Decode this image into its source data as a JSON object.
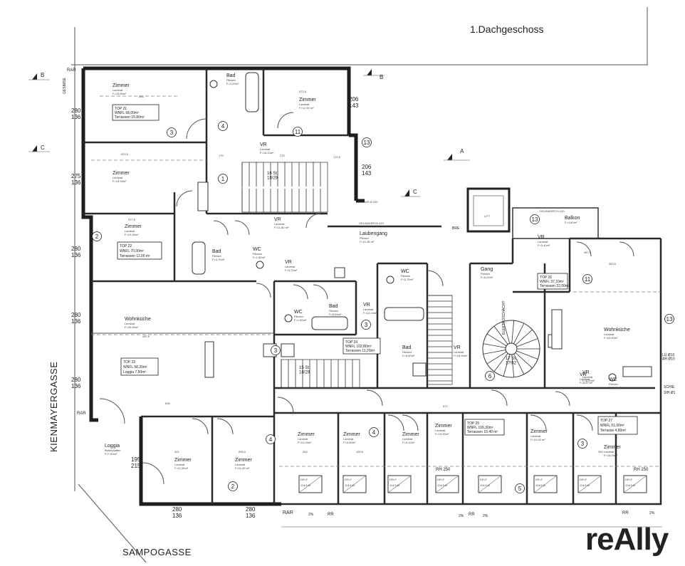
{
  "floor_title": "1.Dachgeschoss",
  "streets": {
    "west": "KIENMAYERGASSE",
    "south": "SAMPOGASSE"
  },
  "logo": {
    "text": "reAlly"
  },
  "sections": {
    "a": "A",
    "b": "B",
    "c": "C"
  },
  "apartments": [
    {
      "label": "TOP 21",
      "wnfl": "WNFL 68,00m²",
      "terrace": "Terrassen 15,80m²"
    },
    {
      "label": "TOP 22",
      "wnfl": "WNFL 70,00m²",
      "terrace": "Terrassen 11,00 m²"
    },
    {
      "label": "TOP 23",
      "wnfl": "WNFL 58,20m²",
      "terrace": "Loggia 7,50m²"
    },
    {
      "label": "TOP 24",
      "wnfl": "WNFL 102,80m²",
      "terrace": "Terrassen 11,20m²"
    },
    {
      "label": "TOP 25",
      "wnfl": "WNFL 109,30m²",
      "terrace": "Terrassen 16,40 m²"
    },
    {
      "label": "TOP 26",
      "wnfl": "WNFL 37,10m²",
      "terrace": "Terrassen 22,00m²"
    },
    {
      "label": "TOP 27",
      "wnfl": "WNFL 51,00m²",
      "terrace": "Terrasse 4,80m²"
    }
  ],
  "rooms": [
    {
      "name": "Zimmer",
      "floor": "Laminat",
      "area": "F=15,80m²"
    },
    {
      "name": "Bad",
      "floor": "Fliesen",
      "area": "F=4,20m²"
    },
    {
      "name": "Zimmer",
      "floor": "Laminat",
      "area": "F=12,90 m²"
    },
    {
      "name": "VR",
      "floor": "Laminat",
      "area": "F=16,20m²"
    },
    {
      "name": "Zimmer",
      "floor": "Laminat",
      "area": "F=15,00m²"
    },
    {
      "name": "Zimmer",
      "floor": "Laminat",
      "area": "F=12,50m²"
    },
    {
      "name": "Bad",
      "floor": "Fliesen",
      "area": "F=4,70m²"
    },
    {
      "name": "WC",
      "floor": "Fliesen",
      "area": "F=1,80m²"
    },
    {
      "name": "VR",
      "floor": "Laminat",
      "area": "F=11,80 m²"
    },
    {
      "name": "VR",
      "floor": "Laminat",
      "area": "F=5,70m²"
    },
    {
      "name": "Laubengang",
      "floor": "Fliesen",
      "area": "F=11,48 m²"
    },
    {
      "name": "Wohnküche",
      "floor": "Laminat",
      "area": "F=30,50m²"
    },
    {
      "name": "WC",
      "floor": "Fliesen",
      "area": "F=1,60m²"
    },
    {
      "name": "Bad",
      "floor": "Fliesen",
      "area": "F=5,50m²"
    },
    {
      "name": "VR",
      "floor": "Laminat",
      "area": "F=13,10m²"
    },
    {
      "name": "WC",
      "floor": "Fliesen",
      "area": "F=2,70m²"
    },
    {
      "name": "Gang",
      "floor": "Fliesen",
      "area": "F=8,20m²"
    },
    {
      "name": "Bad",
      "floor": "Fliesen",
      "area": "F=5,50m²"
    },
    {
      "name": "VR",
      "floor": "Laminat",
      "area": "F=16,90m²"
    },
    {
      "name": "VR",
      "floor": "Laminat",
      "area": "F=3,40m²"
    },
    {
      "name": "Balkon",
      "floor": "",
      "area": "F=4,80m²"
    },
    {
      "name": "VR",
      "floor": "Laminat",
      "area": "F=8,20m²"
    },
    {
      "name": "Wohnküche",
      "floor": "Laminat",
      "area": "F=23,50m²"
    },
    {
      "name": "VR",
      "floor": "Laminat",
      "area": "F=8,20 m²"
    },
    {
      "name": "WC",
      "floor": "Fliesen",
      "area": "F=1,60m²"
    },
    {
      "name": "Zimmer",
      "floor": "Laminat",
      "area": "F=11,30m²"
    },
    {
      "name": "Zimmer",
      "floor": "Laminat",
      "area": "F=11,30 m²"
    },
    {
      "name": "Loggia",
      "floor": "Betonplatten",
      "area": "F=7,50m²"
    },
    {
      "name": "Zimmer",
      "floor": "Laminat",
      "area": "F=10,00m²"
    },
    {
      "name": "Zimmer",
      "floor": "Laminat",
      "area": "F=9,90m²"
    },
    {
      "name": "Zimmer",
      "floor": "Laminat",
      "area": "F=9,10m²"
    },
    {
      "name": "Zimmer",
      "floor": "Laminat",
      "area": "F=13,50m²"
    },
    {
      "name": "Zimmer",
      "floor": "Laminat",
      "area": "F=13,00 m²"
    },
    {
      "name": "Zimmer",
      "floor": "Laminat",
      "area": "F=16,00m²"
    }
  ],
  "stair_labels": {
    "upper": "16 St\n18/29",
    "lower": "15 St\n18/29",
    "spiral": "17 St\n17/82"
  },
  "annotations": {
    "gelaender_110": "GELÄNDER H=110",
    "gelaender_110b": "GELÄNDER H=110",
    "rar_100": "RAR Ø 100",
    "rar": "RAR",
    "rh_250": "RH 250",
    "lift": "LIFT",
    "elektroschacht": "ELEKTROSCHACHT",
    "dflf": "DFLF",
    "dflf_size": "114/140",
    "gesimse": "GESIMSE",
    "pct_2": "2%",
    "lu_ar": "LÜ Ø10\nAR Ø10",
    "rr": "RR",
    "bre": "BRE",
    "schie": "SCHIE",
    "sih": "SIH Ø1"
  },
  "dimensions": {
    "left": [
      "280\n136",
      "275\n136",
      "280\n136",
      "280\n136",
      "280\n136",
      "195\n215"
    ],
    "top_right": [
      "206\n143",
      "206\n143"
    ],
    "bottom": [
      "280\n136",
      "280\n136"
    ],
    "wall_runs": [
      "505",
      "373,5",
      "523,5",
      "377,5",
      "497,5",
      "836",
      "301",
      "295,5",
      "264",
      "190,5",
      "572",
      "390",
      "487,5",
      "383,5",
      "170",
      "275",
      "170,5"
    ]
  },
  "room_numbers": [
    "1",
    "2",
    "3",
    "4",
    "5",
    "6",
    "11",
    "13"
  ]
}
